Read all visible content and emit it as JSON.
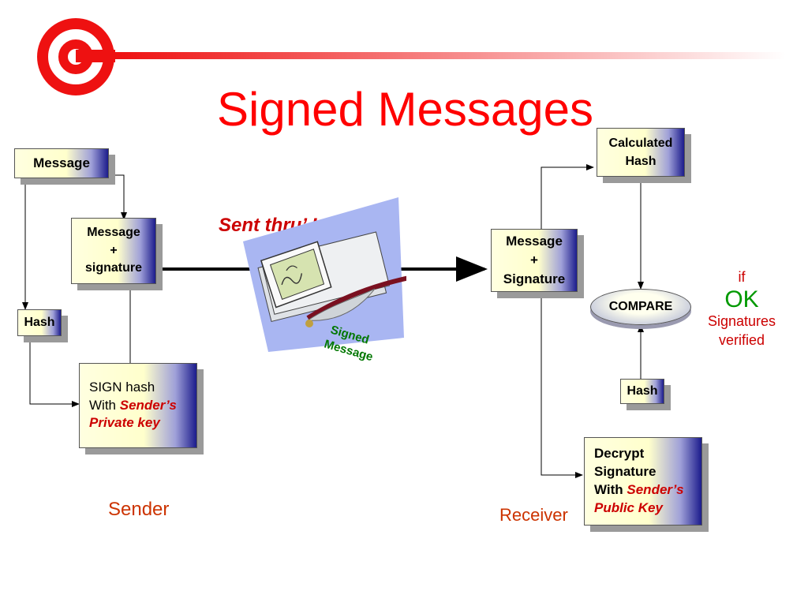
{
  "slide": {
    "title": "Signed Messages",
    "colors": {
      "accent": "#ff0000",
      "box_dark": "#1c1c8c",
      "box_light": "#ffffcc",
      "ok_green": "#009900",
      "label_brown": "#cc3300"
    }
  },
  "diagram": {
    "transit_label": "Sent thru’ Internet",
    "clipart_caption": [
      "Signed",
      "Message"
    ],
    "sender": {
      "message": "Message",
      "msg_sig": [
        "Message",
        "+",
        "signature"
      ],
      "hash": "Hash",
      "sign_line1": "SIGN hash",
      "sign_with": "With ",
      "sign_key1": "Sender’s",
      "sign_key2": "Private key",
      "label": "Sender"
    },
    "receiver": {
      "msg_sig": [
        "Message",
        "+",
        "Signature"
      ],
      "calc_hash": [
        "Calculated",
        "Hash"
      ],
      "compare": "COMPARE",
      "hash": "Hash",
      "decrypt_line1": "Decrypt",
      "decrypt_line2": "Signature",
      "decrypt_with": "With ",
      "decrypt_key1": "Sender’s",
      "decrypt_key2": "Public Key",
      "label": "Receiver"
    },
    "result": {
      "if": "if",
      "ok": "OK",
      "line1": "Signatures",
      "line2": "verified"
    }
  }
}
